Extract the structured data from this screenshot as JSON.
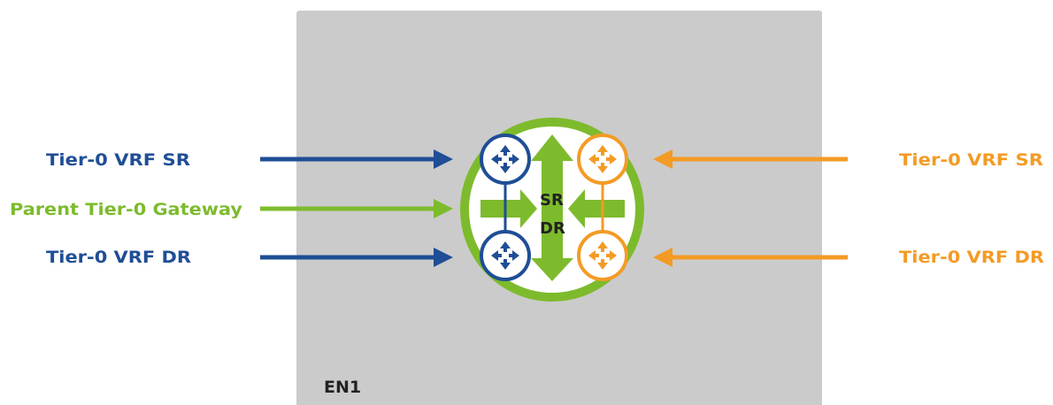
{
  "edge_node": {
    "label": "EN1"
  },
  "gateway": {
    "sr_label": "SR",
    "dr_label": "DR"
  },
  "left_labels": {
    "vrf_sr": "Tier-0 VRF SR",
    "parent": "Parent Tier-0 Gateway",
    "vrf_dr": "Tier-0 VRF DR"
  },
  "right_labels": {
    "vrf_sr": "Tier-0 VRF SR",
    "vrf_dr": "Tier-0 VRF DR"
  },
  "colors": {
    "blue": "#1f4e96",
    "green": "#7dbb2d",
    "orange": "#f39b25",
    "box": "#cbcbcb",
    "text_dark": "#222222"
  },
  "icons": [
    "router-icon",
    "arrow-icon"
  ]
}
